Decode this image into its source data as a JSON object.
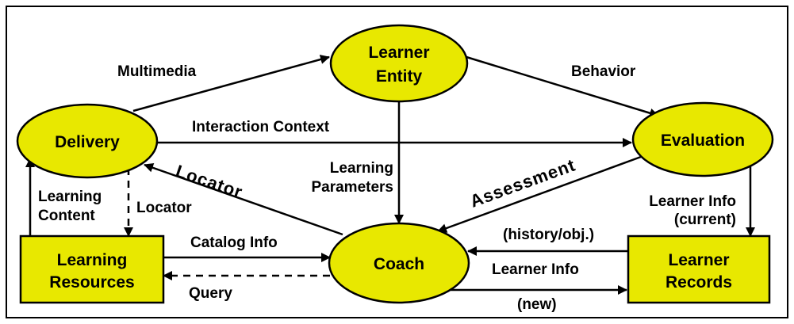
{
  "nodes": {
    "learner_entity": [
      "Learner",
      "Entity"
    ],
    "delivery": [
      "Delivery"
    ],
    "evaluation": [
      "Evaluation"
    ],
    "coach": [
      "Coach"
    ],
    "learning_resources": [
      "Learning",
      "Resources"
    ],
    "learner_records": [
      "Learner",
      "Records"
    ]
  },
  "colors": {
    "node_fill": "#e8e800",
    "stroke": "#000000"
  },
  "edges": {
    "multimedia": "Multimedia",
    "behavior": "Behavior",
    "interaction_context": "Interaction Context",
    "locator_diag": "Locator",
    "learning_parameters": [
      "Learning",
      "Parameters"
    ],
    "assessment": "Assessment",
    "learning_content": [
      "Learning",
      "Content"
    ],
    "locator_dashed": "Locator",
    "learner_info_current": [
      "Learner Info",
      "(current)"
    ],
    "history_obj": "(history/obj.)",
    "catalog_info": "Catalog Info",
    "learner_info": "Learner Info",
    "query": "Query",
    "new": "(new)"
  }
}
